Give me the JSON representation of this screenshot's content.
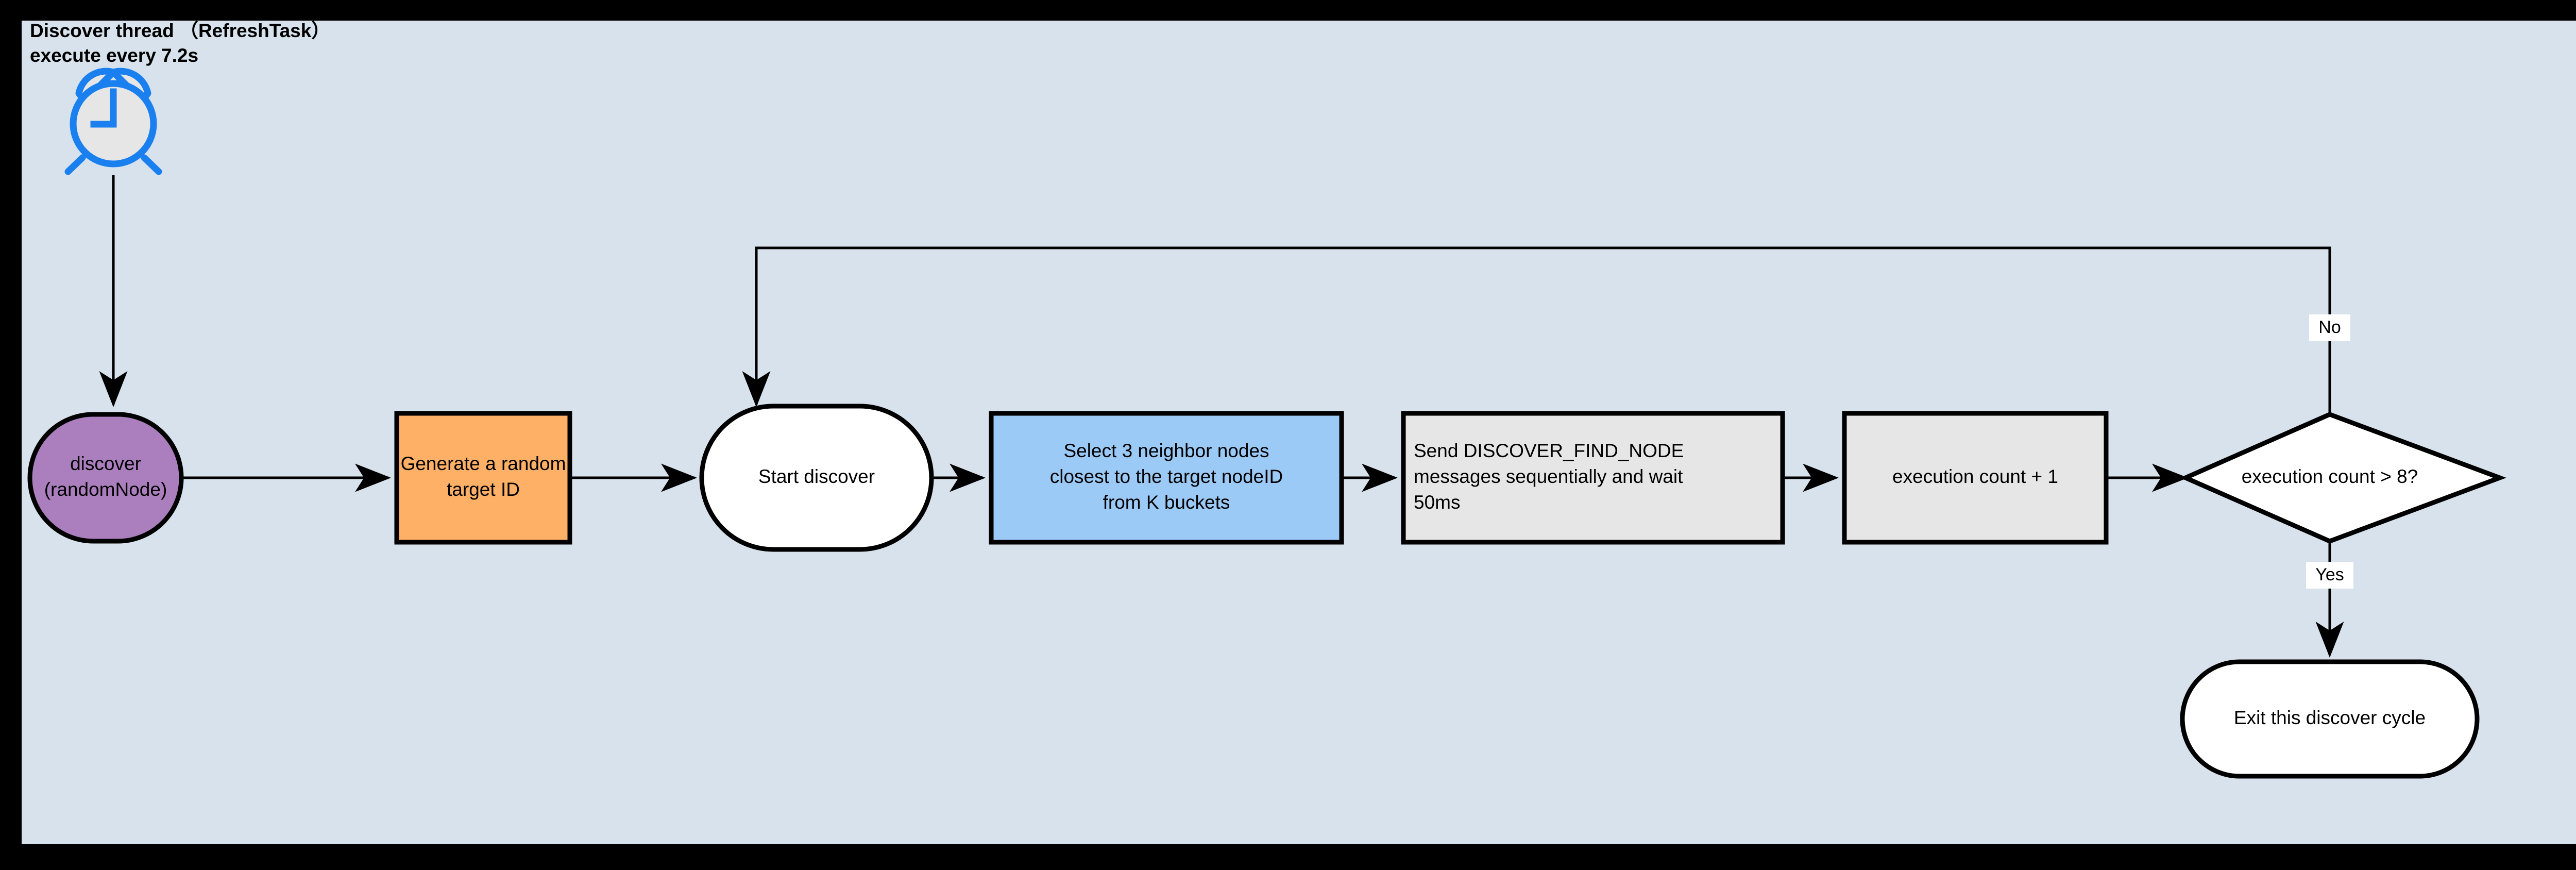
{
  "canvas": {
    "background_color": "#d7e2ec",
    "border_color": "#000000"
  },
  "title": {
    "line1": "Discover thread  （RefreshTask）",
    "line2": "execute every 7.2s"
  },
  "icons": {
    "alarm_clock": "alarm-clock-icon",
    "alarm_clock_stroke": "#1a80f0",
    "alarm_clock_fill": "#e6e6e6"
  },
  "nodes": [
    {
      "id": "discover",
      "shape": "stadium",
      "fill": "#ab7ebe",
      "label_line1": "discover",
      "label_line2": "(randomNode)"
    },
    {
      "id": "generate-target-id",
      "shape": "rect",
      "fill": "#ffb067",
      "label_line1": "Generate a random",
      "label_line2": "target ID"
    },
    {
      "id": "start-discover",
      "shape": "stadium",
      "fill": "#ffffff",
      "label_line1": "Start discover"
    },
    {
      "id": "select-neighbors",
      "shape": "rect",
      "fill": "#9ccaf7",
      "label_line1": "Select 3 neighbor nodes",
      "label_line2": "closest to the target nodeID",
      "label_line3": "from K buckets"
    },
    {
      "id": "send-find-node",
      "shape": "rect",
      "fill": "#e6e6e6",
      "label_line1": "Send DISCOVER_FIND_NODE",
      "label_line2": "messages sequentially and wait",
      "label_line3": "50ms"
    },
    {
      "id": "increment-count",
      "shape": "rect",
      "fill": "#e6e6e6",
      "label_line1": "execution count + 1"
    },
    {
      "id": "count-check",
      "shape": "diamond",
      "fill": "#ffffff",
      "label_line1": "execution count > 8?"
    },
    {
      "id": "exit-cycle",
      "shape": "stadium",
      "fill": "#ffffff",
      "label_line1": "Exit this discover cycle"
    }
  ],
  "edge_labels": {
    "no": "No",
    "yes": "Yes"
  }
}
